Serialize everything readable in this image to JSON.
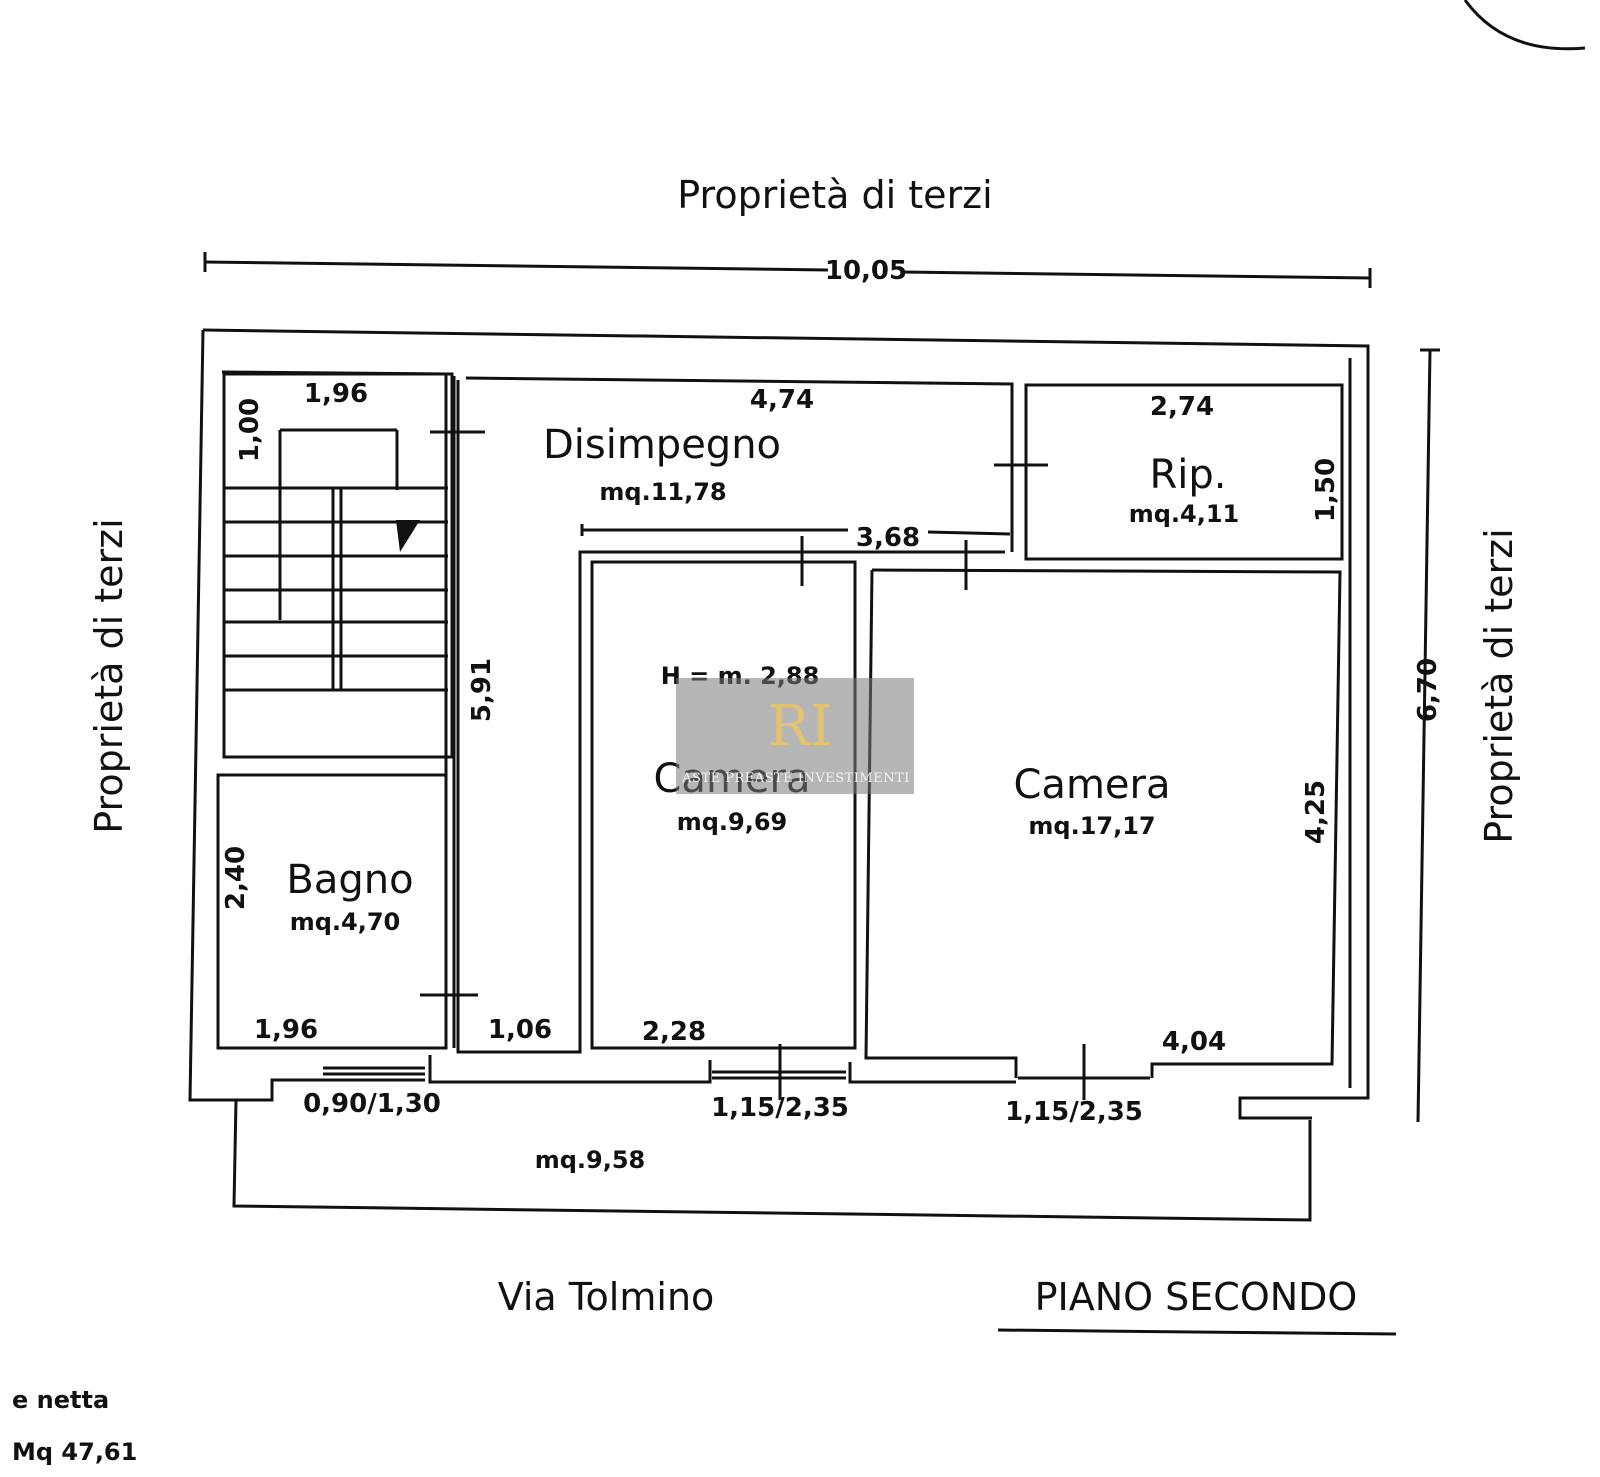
{
  "labels": {
    "top_neighbor": "Proprietà di terzi",
    "left_neighbor": "Proprietà di terzi",
    "right_neighbor": "Proprietà di terzi",
    "street": "Via Tolmino",
    "floor_title": "PIANO SECONDO",
    "height_note": "H = m. 2,88"
  },
  "rooms": {
    "disimpegno": {
      "name": "Disimpegno",
      "area": "mq.11,78"
    },
    "rip": {
      "name": "Rip.",
      "area": "mq.4,11"
    },
    "camera_small": {
      "name": "Camera",
      "area": "mq.9,69"
    },
    "camera_large": {
      "name": "Camera",
      "area": "mq.17,17"
    },
    "bagno": {
      "name": "Bagno",
      "area": "mq.4,70"
    },
    "balcone": {
      "area": "mq.9,58"
    }
  },
  "dimensions": {
    "overall_width": "10,05",
    "overall_height": "6,70",
    "stair_width": "1,96",
    "stair_depth": "1,00",
    "disimpegno_width": "4,74",
    "disimpegno_inner": "3,68",
    "disimpegno_height": "5,91",
    "rip_width": "2,74",
    "rip_height": "1,50",
    "bagno_height": "2,40",
    "bagno_width": "1,96",
    "corridor_width": "1,06",
    "camera_small_width": "2,28",
    "camera_large_width": "4,04",
    "camera_large_height": "4,25",
    "window_bagno": "0,90/1,30",
    "window_camera_small": "1,15/2,35",
    "window_camera_large": "1,15/2,35"
  },
  "footer": {
    "line1": "e netta",
    "line2": "Mq 47,61"
  },
  "watermark": {
    "logo_letters": "RI",
    "company": "ASTE PREASTE INVESTIMENTI"
  }
}
